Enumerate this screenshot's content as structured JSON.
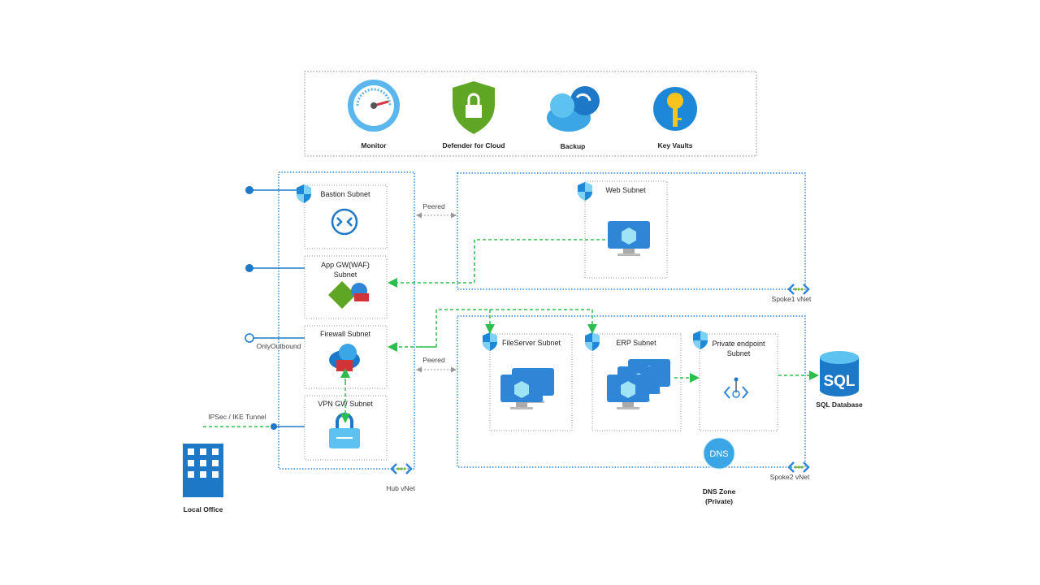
{
  "services": [
    {
      "label": "Monitor",
      "icon": "monitor-gauge-icon"
    },
    {
      "label": "Defender for Cloud",
      "icon": "defender-shield-lock-icon"
    },
    {
      "label": "Backup",
      "icon": "backup-cloud-icon"
    },
    {
      "label": "Key Vaults",
      "icon": "key-vault-icon"
    }
  ],
  "hub": {
    "label": "Hub vNet",
    "subnets": {
      "bastion": "Bastion Subnet",
      "appgw_line1": "App GW(WAF)",
      "appgw_line2": "Subnet",
      "firewall": "Firewall Subnet",
      "vpn": "VPN GW Subnet"
    },
    "only_outbound": "OnlyOutbound",
    "tunnel": "IPSec / IKE Tunnel"
  },
  "peered_top": "Peered",
  "peered_bottom": "Peered",
  "spoke1": {
    "label": "Spoke1 vNet",
    "web": "Web Subnet"
  },
  "spoke2": {
    "label": "Spoke2 vNet",
    "fileserver": "FileServer Subnet",
    "erp": "ERP Subnet",
    "pe_line1": "Private endpoint",
    "pe_line2": "Subnet"
  },
  "sql": {
    "icon_text": "SQL",
    "label": "SQL Database"
  },
  "dns": {
    "icon_text": "DNS",
    "line1": "DNS Zone",
    "line2": "(Private)"
  },
  "office": {
    "label": "Local Office"
  },
  "colors": {
    "vnet_border": "#2f86d6",
    "flow": "#2dbd4e",
    "azure_blue": "#0f78d4"
  }
}
